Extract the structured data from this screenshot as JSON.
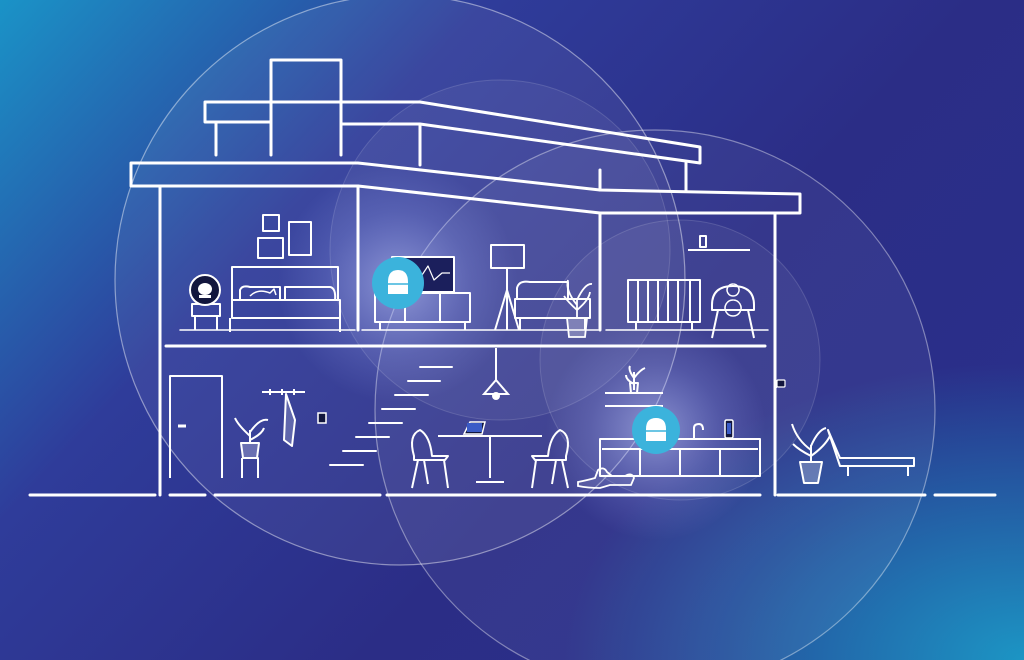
{
  "colors": {
    "background_left": "#1a93c7",
    "background_mid": "#2f3c9a",
    "background_right": "#2b2d86",
    "background_bottom_right": "#1c95c4",
    "line": "#ffffff",
    "wifi_device": "#3bb3dc",
    "signal_glow": "#a9b7ff"
  },
  "icons": {
    "router_node_upstairs": "mesh-router-icon",
    "router_node_downstairs": "mesh-router-icon",
    "smart_speaker": "smart-speaker-icon",
    "tablet": "tablet-icon",
    "camera": "security-camera-icon",
    "thermostat": "thermostat-icon",
    "phone": "phone-icon"
  },
  "scene": {
    "subject": "house-cross-section",
    "rooms": [
      "bedroom",
      "living-room",
      "nursery",
      "entryway",
      "dining",
      "kitchen",
      "patio"
    ]
  }
}
